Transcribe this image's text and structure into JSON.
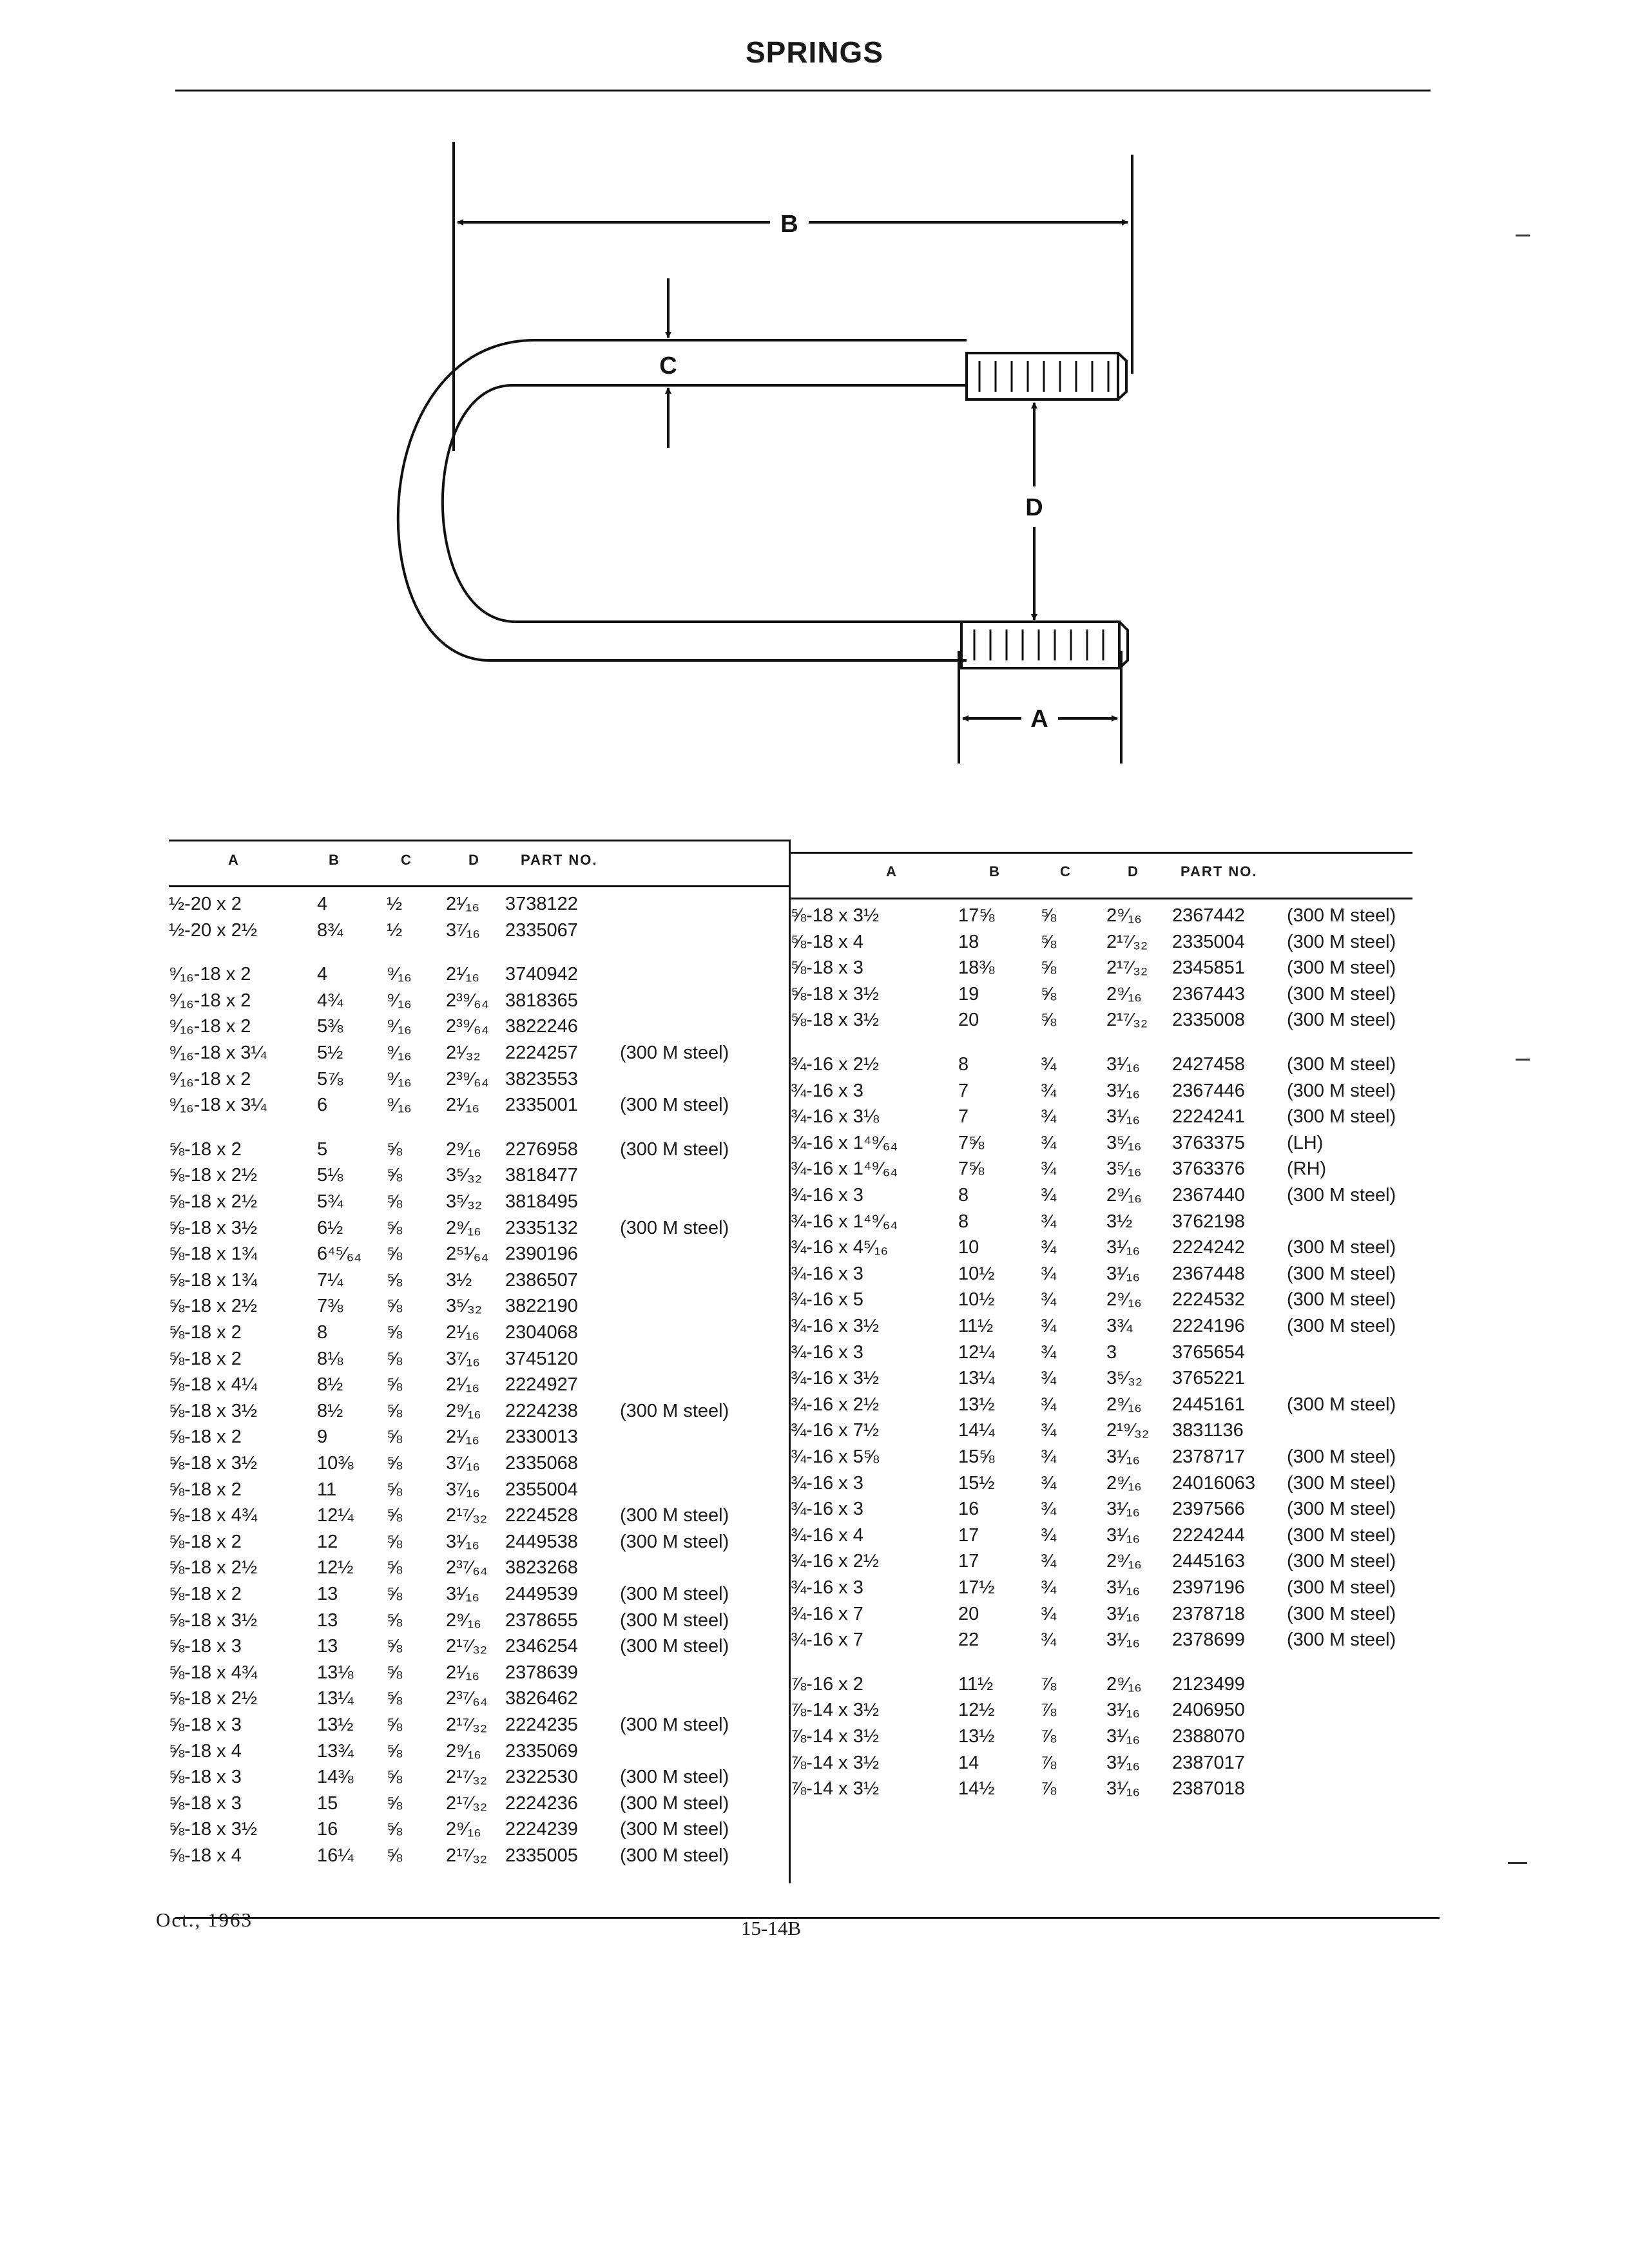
{
  "page": {
    "title": "SPRINGS",
    "footer_date": "Oct., 1963",
    "footer_page": "15-14B"
  },
  "diagram": {
    "labels": {
      "a": "A",
      "b": "B",
      "c": "C",
      "d": "D"
    }
  },
  "table": {
    "headers": {
      "a": "A",
      "b": "B",
      "c": "C",
      "d": "D",
      "part": "PART NO."
    },
    "left": [
      [
        "½-20 x 2",
        "4",
        "½",
        "2¹⁄₁₆",
        "3738122",
        ""
      ],
      [
        "½-20 x 2½",
        "8¾",
        "½",
        "3⁷⁄₁₆",
        "2335067",
        ""
      ],
      null,
      [
        "⁹⁄₁₆-18 x 2",
        "4",
        "⁹⁄₁₆",
        "2¹⁄₁₆",
        "3740942",
        ""
      ],
      [
        "⁹⁄₁₆-18 x 2",
        "4¾",
        "⁹⁄₁₆",
        "2³⁹⁄₆₄",
        "3818365",
        ""
      ],
      [
        "⁹⁄₁₆-18 x 2",
        "5⅜",
        "⁹⁄₁₆",
        "2³⁹⁄₆₄",
        "3822246",
        ""
      ],
      [
        "⁹⁄₁₆-18 x 3¼",
        "5½",
        "⁹⁄₁₆",
        "2¹⁄₃₂",
        "2224257",
        "(300 M steel)"
      ],
      [
        "⁹⁄₁₆-18 x 2",
        "5⅞",
        "⁹⁄₁₆",
        "2³⁹⁄₆₄",
        "3823553",
        ""
      ],
      [
        "⁹⁄₁₆-18 x 3¼",
        "6",
        "⁹⁄₁₆",
        "2¹⁄₁₆",
        "2335001",
        "(300 M steel)"
      ],
      null,
      [
        "⅝-18 x 2",
        "5",
        "⅝",
        "2⁹⁄₁₆",
        "2276958",
        "(300 M steel)"
      ],
      [
        "⅝-18 x 2½",
        "5⅛",
        "⅝",
        "3⁵⁄₃₂",
        "3818477",
        ""
      ],
      [
        "⅝-18 x 2½",
        "5¾",
        "⅝",
        "3⁵⁄₃₂",
        "3818495",
        ""
      ],
      [
        "⅝-18 x 3½",
        "6½",
        "⅝",
        "2⁹⁄₁₆",
        "2335132",
        "(300 M steel)"
      ],
      [
        "⅝-18 x 1¾",
        "6⁴⁵⁄₆₄",
        "⅝",
        "2⁵¹⁄₆₄",
        "2390196",
        ""
      ],
      [
        "⅝-18 x 1¾",
        "7¼",
        "⅝",
        "3½",
        "2386507",
        ""
      ],
      [
        "⅝-18 x 2½",
        "7⅜",
        "⅝",
        "3⁵⁄₃₂",
        "3822190",
        ""
      ],
      [
        "⅝-18 x 2",
        "8",
        "⅝",
        "2¹⁄₁₆",
        "2304068",
        ""
      ],
      [
        "⅝-18 x 2",
        "8⅛",
        "⅝",
        "3⁷⁄₁₆",
        "3745120",
        ""
      ],
      [
        "⅝-18 x 4¼",
        "8½",
        "⅝",
        "2¹⁄₁₆",
        "2224927",
        ""
      ],
      [
        "⅝-18 x 3½",
        "8½",
        "⅝",
        "2⁹⁄₁₆",
        "2224238",
        "(300 M steel)"
      ],
      [
        "⅝-18 x 2",
        "9",
        "⅝",
        "2¹⁄₁₆",
        "2330013",
        ""
      ],
      [
        "⅝-18 x 3½",
        "10⅜",
        "⅝",
        "3⁷⁄₁₆",
        "2335068",
        ""
      ],
      [
        "⅝-18 x 2",
        "11",
        "⅝",
        "3⁷⁄₁₆",
        "2355004",
        ""
      ],
      [
        "⅝-18 x 4¾",
        "12¼",
        "⅝",
        "2¹⁷⁄₃₂",
        "2224528",
        "(300 M steel)"
      ],
      [
        "⅝-18 x 2",
        "12",
        "⅝",
        "3¹⁄₁₆",
        "2449538",
        "(300 M steel)"
      ],
      [
        "⅝-18 x 2½",
        "12½",
        "⅝",
        "2³⁷⁄₆₄",
        "3823268",
        ""
      ],
      [
        "⅝-18 x 2",
        "13",
        "⅝",
        "3¹⁄₁₆",
        "2449539",
        "(300 M steel)"
      ],
      [
        "⅝-18 x 3½",
        "13",
        "⅝",
        "2⁹⁄₁₆",
        "2378655",
        "(300 M steel)"
      ],
      [
        "⅝-18 x 3",
        "13",
        "⅝",
        "2¹⁷⁄₃₂",
        "2346254",
        "(300 M steel)"
      ],
      [
        "⅝-18 x 4¾",
        "13⅛",
        "⅝",
        "2¹⁄₁₆",
        "2378639",
        ""
      ],
      [
        "⅝-18 x 2½",
        "13¼",
        "⅝",
        "2³⁷⁄₆₄",
        "3826462",
        ""
      ],
      [
        "⅝-18 x 3",
        "13½",
        "⅝",
        "2¹⁷⁄₃₂",
        "2224235",
        "(300 M steel)"
      ],
      [
        "⅝-18 x 4",
        "13¾",
        "⅝",
        "2⁹⁄₁₆",
        "2335069",
        ""
      ],
      [
        "⅝-18 x 3",
        "14⅜",
        "⅝",
        "2¹⁷⁄₃₂",
        "2322530",
        "(300 M steel)"
      ],
      [
        "⅝-18 x 3",
        "15",
        "⅝",
        "2¹⁷⁄₃₂",
        "2224236",
        "(300 M steel)"
      ],
      [
        "⅝-18 x 3½",
        "16",
        "⅝",
        "2⁹⁄₁₆",
        "2224239",
        "(300 M steel)"
      ],
      [
        "⅝-18 x 4",
        "16¼",
        "⅝",
        "2¹⁷⁄₃₂",
        "2335005",
        "(300 M steel)"
      ]
    ],
    "right": [
      [
        "⅝-18 x 3½",
        "17⅝",
        "⅝",
        "2⁹⁄₁₆",
        "2367442",
        "(300 M steel)"
      ],
      [
        "⅝-18 x 4",
        "18",
        "⅝",
        "2¹⁷⁄₃₂",
        "2335004",
        "(300 M steel)"
      ],
      [
        "⅝-18 x 3",
        "18⅜",
        "⅝",
        "2¹⁷⁄₃₂",
        "2345851",
        "(300 M steel)"
      ],
      [
        "⅝-18 x 3½",
        "19",
        "⅝",
        "2⁹⁄₁₆",
        "2367443",
        "(300 M steel)"
      ],
      [
        "⅝-18 x 3½",
        "20",
        "⅝",
        "2¹⁷⁄₃₂",
        "2335008",
        "(300 M steel)"
      ],
      null,
      [
        "¾-16 x 2½",
        "8",
        "¾",
        "3¹⁄₁₆",
        "2427458",
        "(300 M steel)"
      ],
      [
        "¾-16 x 3",
        "7",
        "¾",
        "3¹⁄₁₆",
        "2367446",
        "(300 M steel)"
      ],
      [
        "¾-16 x 3⅛",
        "7",
        "¾",
        "3¹⁄₁₆",
        "2224241",
        "(300 M steel)"
      ],
      [
        "¾-16 x 1⁴⁹⁄₆₄",
        "7⅝",
        "¾",
        "3⁵⁄₁₆",
        "3763375",
        "(LH)"
      ],
      [
        "¾-16 x 1⁴⁹⁄₆₄",
        "7⅝",
        "¾",
        "3⁵⁄₁₆",
        "3763376",
        "(RH)"
      ],
      [
        "¾-16 x 3",
        "8",
        "¾",
        "2⁹⁄₁₆",
        "2367440",
        "(300 M steel)"
      ],
      [
        "¾-16 x 1⁴⁹⁄₆₄",
        "8",
        "¾",
        "3½",
        "3762198",
        ""
      ],
      [
        "¾-16 x 4⁵⁄₁₆",
        "10",
        "¾",
        "3¹⁄₁₆",
        "2224242",
        "(300 M steel)"
      ],
      [
        "¾-16 x 3",
        "10½",
        "¾",
        "3¹⁄₁₆",
        "2367448",
        "(300 M steel)"
      ],
      [
        "¾-16 x 5",
        "10½",
        "¾",
        "2⁹⁄₁₆",
        "2224532",
        "(300 M steel)"
      ],
      [
        "¾-16 x 3½",
        "11½",
        "¾",
        "3¾",
        "2224196",
        "(300 M steel)"
      ],
      [
        "¾-16 x 3",
        "12¼",
        "¾",
        "3",
        "3765654",
        ""
      ],
      [
        "¾-16 x 3½",
        "13¼",
        "¾",
        "3⁵⁄₃₂",
        "3765221",
        ""
      ],
      [
        "¾-16 x 2½",
        "13½",
        "¾",
        "2⁹⁄₁₆",
        "2445161",
        "(300 M steel)"
      ],
      [
        "¾-16 x 7½",
        "14¼",
        "¾",
        "2¹⁹⁄₃₂",
        "3831136",
        ""
      ],
      [
        "¾-16 x 5⅝",
        "15⅝",
        "¾",
        "3¹⁄₁₆",
        "2378717",
        "(300 M steel)"
      ],
      [
        "¾-16 x 3",
        "15½",
        "¾",
        "2⁹⁄₁₆",
        "24016063",
        "(300 M steel)"
      ],
      [
        "¾-16 x 3",
        "16",
        "¾",
        "3¹⁄₁₆",
        "2397566",
        "(300 M steel)"
      ],
      [
        "¾-16 x 4",
        "17",
        "¾",
        "3¹⁄₁₆",
        "2224244",
        "(300 M steel)"
      ],
      [
        "¾-16 x 2½",
        "17",
        "¾",
        "2⁹⁄₁₆",
        "2445163",
        "(300 M steel)"
      ],
      [
        "¾-16 x 3",
        "17½",
        "¾",
        "3¹⁄₁₆",
        "2397196",
        "(300 M steel)"
      ],
      [
        "¾-16 x 7",
        "20",
        "¾",
        "3¹⁄₁₆",
        "2378718",
        "(300 M steel)"
      ],
      [
        "¾-16 x 7",
        "22",
        "¾",
        "3¹⁄₁₆",
        "2378699",
        "(300 M steel)"
      ],
      null,
      [
        "⅞-16 x 2",
        "11½",
        "⅞",
        "2⁹⁄₁₆",
        "2123499",
        ""
      ],
      [
        "⅞-14 x 3½",
        "12½",
        "⅞",
        "3¹⁄₁₆",
        "2406950",
        ""
      ],
      [
        "⅞-14 x 3½",
        "13½",
        "⅞",
        "3¹⁄₁₆",
        "2388070",
        ""
      ],
      [
        "⅞-14 x 3½",
        "14",
        "⅞",
        "3¹⁄₁₆",
        "2387017",
        ""
      ],
      [
        "⅞-14 x 3½",
        "14½",
        "⅞",
        "3¹⁄₁₆",
        "2387018",
        ""
      ]
    ]
  }
}
